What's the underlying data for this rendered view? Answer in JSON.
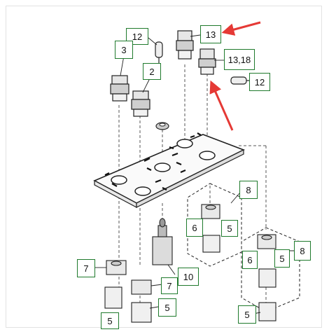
{
  "diagram": {
    "labels": [
      {
        "id": "lbl-12-top",
        "text": "12"
      },
      {
        "id": "lbl-3",
        "text": "3"
      },
      {
        "id": "lbl-13",
        "text": "13"
      },
      {
        "id": "lbl-13-18",
        "text": "13,18"
      },
      {
        "id": "lbl-2",
        "text": "2"
      },
      {
        "id": "lbl-12-right",
        "text": "12"
      },
      {
        "id": "lbl-8-top",
        "text": "8"
      },
      {
        "id": "lbl-6-top",
        "text": "6"
      },
      {
        "id": "lbl-5-top",
        "text": "5"
      },
      {
        "id": "lbl-8-right",
        "text": "8"
      },
      {
        "id": "lbl-6-right",
        "text": "6"
      },
      {
        "id": "lbl-5-right",
        "text": "5"
      },
      {
        "id": "lbl-7-left",
        "text": "7"
      },
      {
        "id": "lbl-10",
        "text": "10"
      },
      {
        "id": "lbl-7-mid",
        "text": "7"
      },
      {
        "id": "lbl-5-mid",
        "text": "5"
      },
      {
        "id": "lbl-5-bottom-left",
        "text": "5"
      },
      {
        "id": "lbl-5-bottom-right",
        "text": "5"
      }
    ],
    "accent_color": "#e53935",
    "callout_border_color": "#1f7a2c"
  }
}
